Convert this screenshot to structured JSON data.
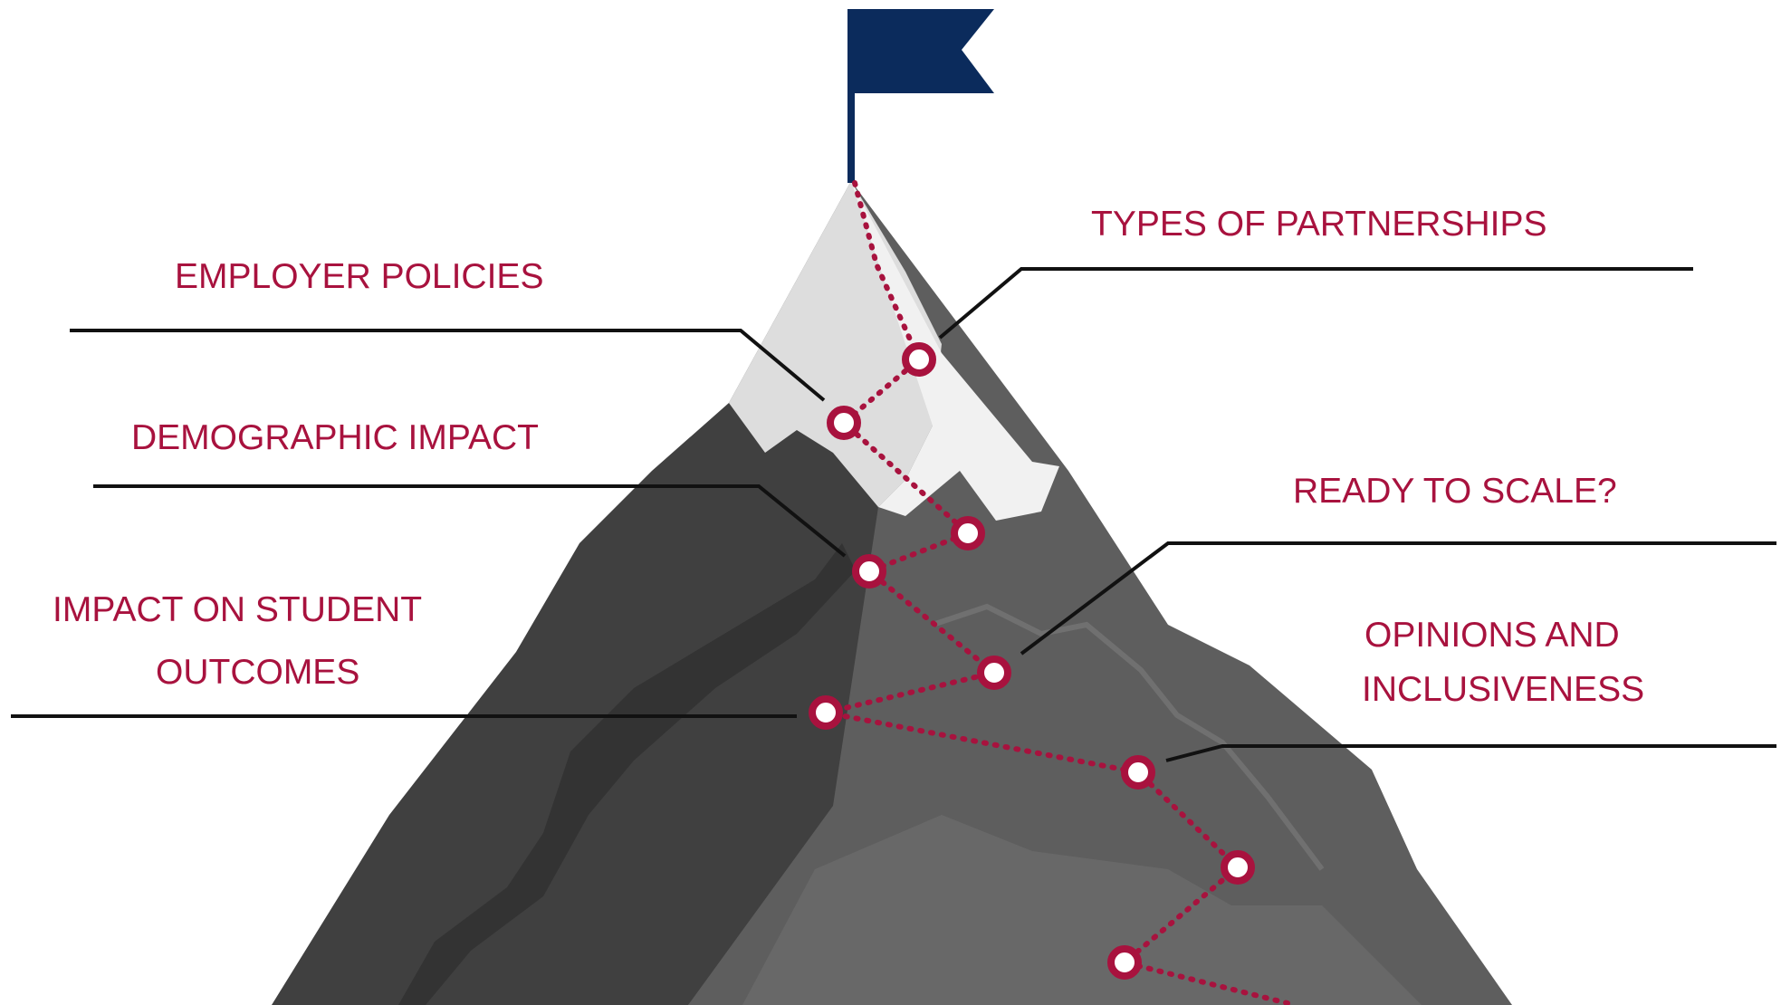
{
  "colors": {
    "label": "#A8123E",
    "trail": "#A8123E",
    "leader": "#111111",
    "flag": "#0B2B5C",
    "rock_dark": "#3F3F3F",
    "rock_mid": "#595959",
    "snow": "#E9E9E9"
  },
  "labels": {
    "employer_policies": "EMPLOYER POLICIES",
    "types_of_partnerships": "TYPES OF PARTNERSHIPS",
    "demographic_impact": "DEMOGRAPHIC IMPACT",
    "ready_to_scale": "READY TO SCALE?",
    "impact_line1": "IMPACT ON STUDENT",
    "impact_line2": "OUTCOMES",
    "opinions_line1": "OPINIONS AND",
    "opinions_line2": "INCLUSIVENESS"
  },
  "icons": {
    "summit": "flag-icon"
  }
}
